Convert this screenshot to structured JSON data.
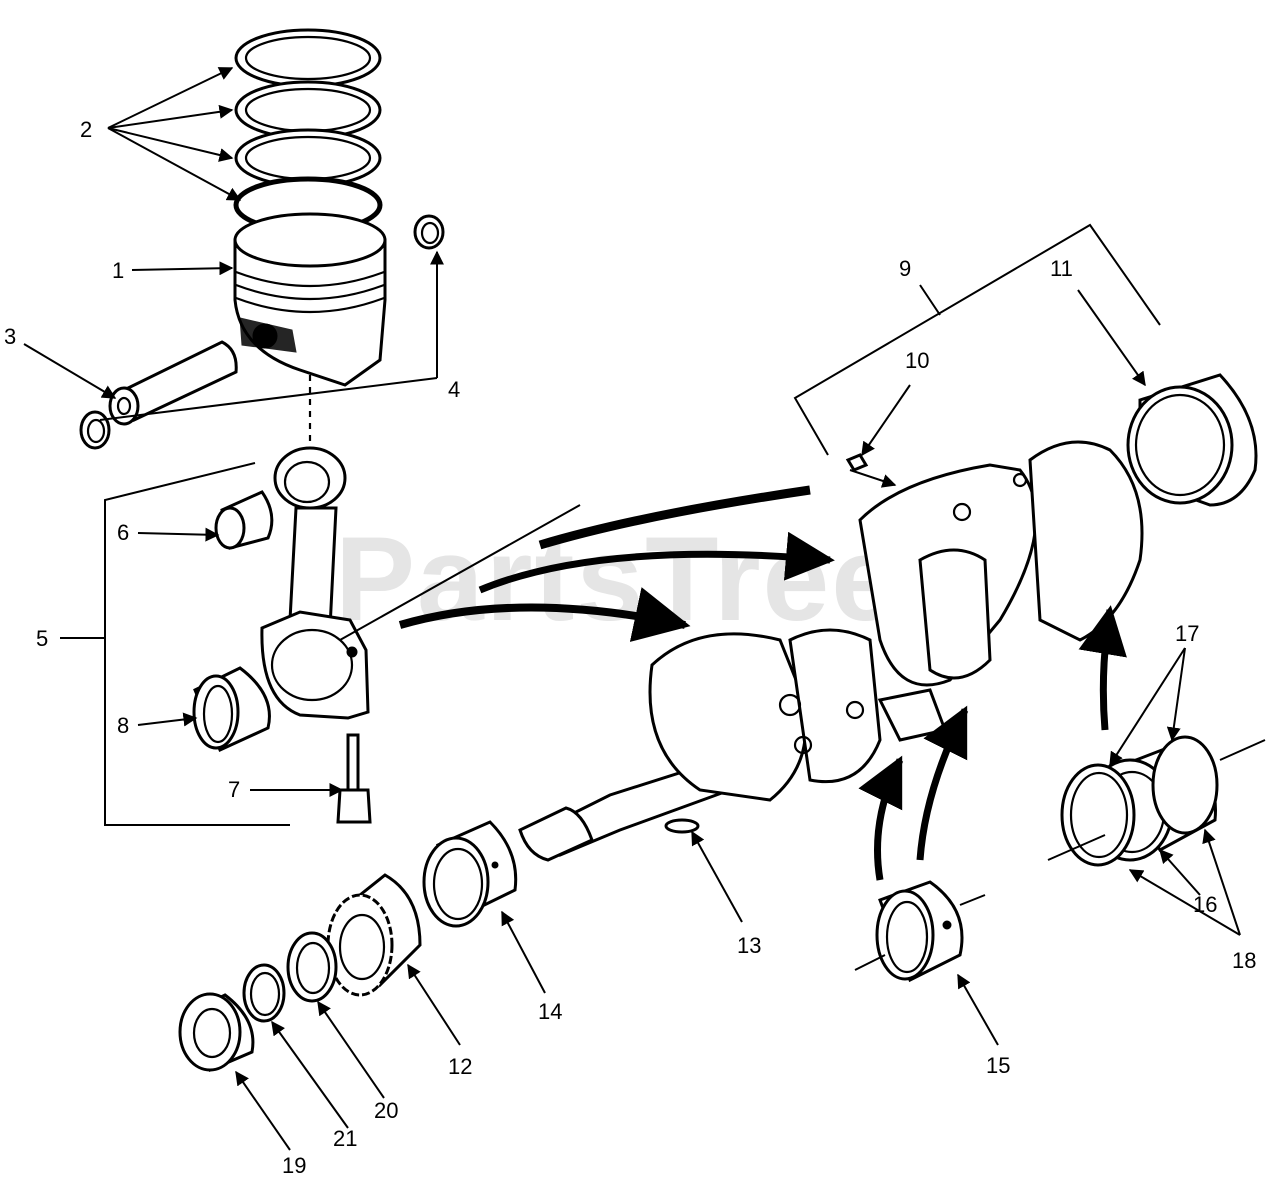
{
  "watermark": "PartsTree",
  "callouts": {
    "c1": "1",
    "c2": "2",
    "c3": "3",
    "c4": "4",
    "c5": "5",
    "c6": "6",
    "c7": "7",
    "c8": "8",
    "c9": "9",
    "c10": "10",
    "c11": "11",
    "c12": "12",
    "c13": "13",
    "c14": "14",
    "c15": "15",
    "c16": "16",
    "c17": "17",
    "c18": "18",
    "c19": "19",
    "c20": "20",
    "c21": "21"
  }
}
